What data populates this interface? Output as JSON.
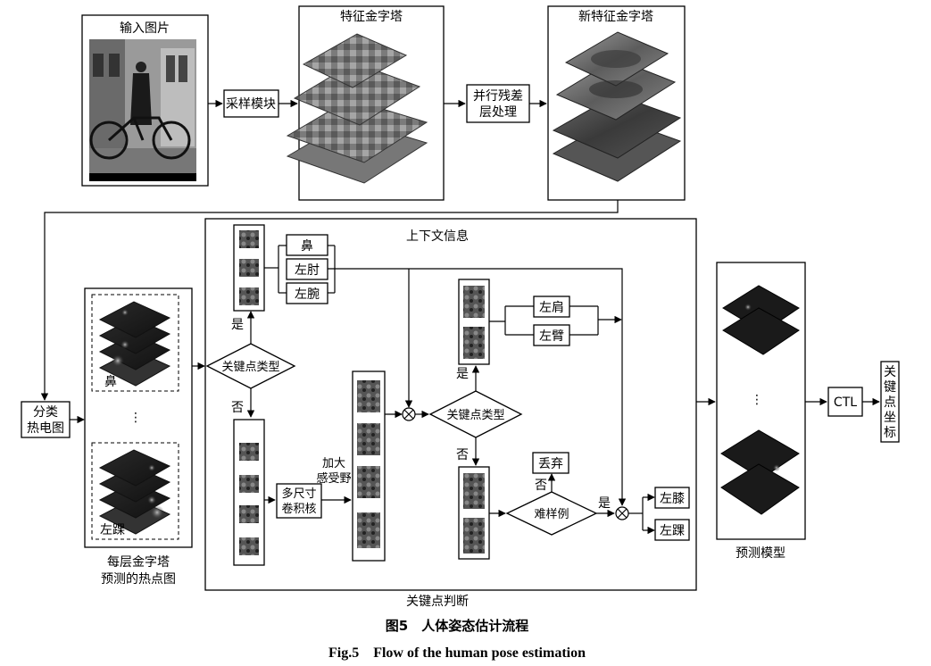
{
  "figure": {
    "caption_cn": "图5　人体姿态估计流程",
    "caption_en": "Fig.5　Flow of the human pose estimation"
  },
  "top_row": {
    "input_image": "输入图片",
    "sampling_module": "采样模块",
    "feature_pyramid": "特征金字塔",
    "parallel_residual": [
      "并行残差",
      "层处理"
    ],
    "new_feature_pyramid": "新特征金字塔"
  },
  "left": {
    "heatmap_box": [
      "分类",
      "热电图"
    ],
    "pyramid_label_nose": "鼻",
    "pyramid_label_ankle": "左踝",
    "ellipsis": "⋮",
    "pyramid_caption": [
      "每层金字塔",
      "预测的热点图"
    ]
  },
  "middle": {
    "context_info": "上下文信息",
    "decision_1": "关键点类型",
    "yes_1": "是",
    "no_1": "否",
    "kp_nose": "鼻",
    "kp_left_elbow": "左肘",
    "kp_left_wrist": "左腕",
    "multi_scale_kernel": [
      "多尺寸",
      "卷积核"
    ],
    "enlarge_rf": [
      "加大",
      "感受野"
    ],
    "decision_2": "关键点类型",
    "yes_2": "是",
    "no_2": "否",
    "kp_left_shoulder": "左肩",
    "kp_left_arm": "左臂",
    "hard_sample": "难样例",
    "no_3": "否",
    "yes_3": "是",
    "discard": "丢弃",
    "kp_left_knee": "左膝",
    "kp_left_ankle": "左踝",
    "judgement": "关键点判断"
  },
  "right": {
    "prediction_model": "预测模型",
    "ellipsis": "⋮",
    "ctl": "CTL",
    "keypoint_coords": [
      "关",
      "键",
      "点",
      "坐",
      "标"
    ]
  }
}
